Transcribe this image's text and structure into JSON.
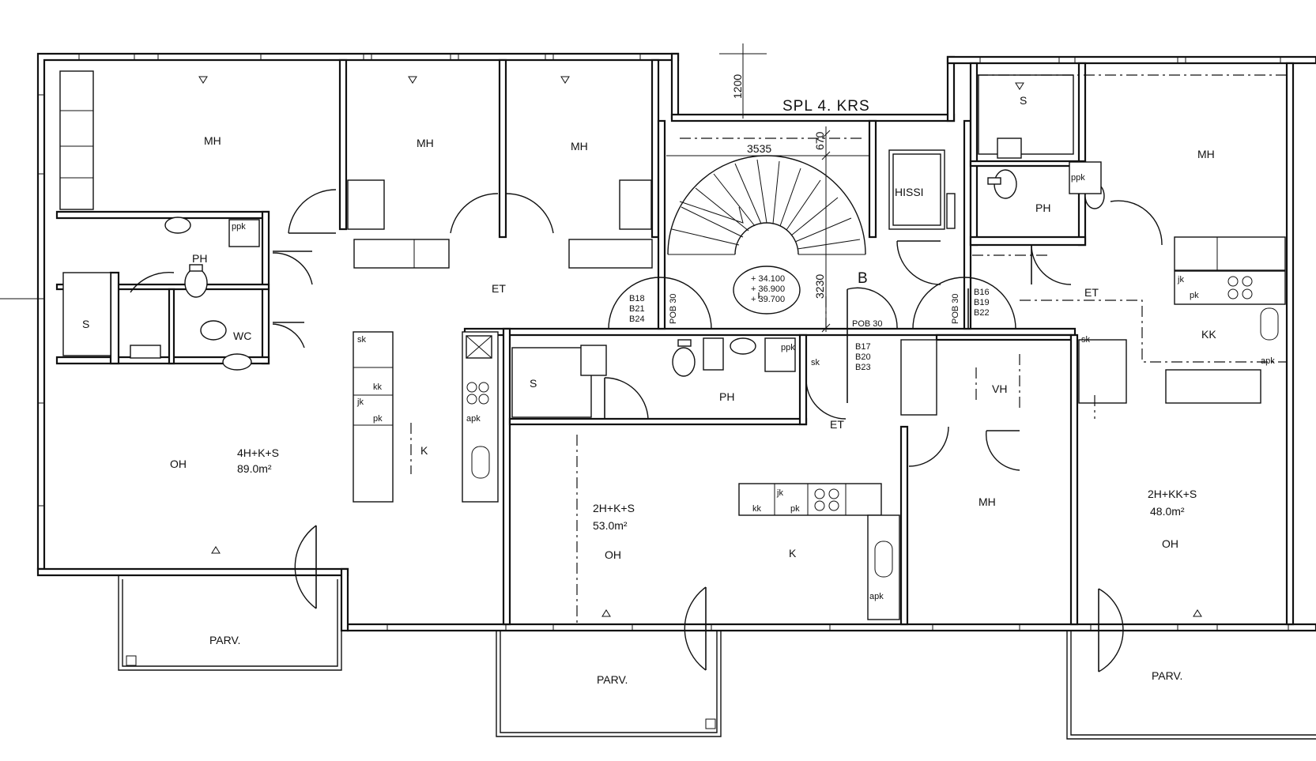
{
  "floor": {
    "title": "SPL  4. KRS",
    "stair_label": "B",
    "lift_label": "HISSI"
  },
  "dimensions": {
    "top_gap": "1200",
    "stair_width": "3535",
    "stair_offset": "670",
    "stair_depth": "3230"
  },
  "levels": {
    "l1": "+ 34.100",
    "l2": "+ 36.900",
    "l3": "+ 39.700"
  },
  "fire_doors": {
    "left": "POB 30",
    "left_apts": [
      "B18",
      "B21",
      "B24"
    ],
    "center": "POB 30",
    "center_apts": [
      "B17",
      "B20",
      "B23"
    ],
    "right": "POB 30",
    "right_apts": [
      "B16",
      "B19",
      "B22"
    ]
  },
  "apartments": {
    "a": {
      "type": "4H+K+S",
      "area": "89.0m²"
    },
    "b": {
      "type": "2H+K+S",
      "area": "53.0m²"
    },
    "c": {
      "type": "2H+KK+S",
      "area": "48.0m²"
    }
  },
  "rooms": {
    "mh": "MH",
    "ph": "PH",
    "wc": "WC",
    "s": "S",
    "et": "ET",
    "k": "K",
    "kk": "KK",
    "oh": "OH",
    "vh": "VH",
    "parv": "PARV."
  },
  "fixtures": {
    "sk": "sk",
    "kk_sym": "kk",
    "jk": "jk",
    "pk": "pk",
    "apk": "apk",
    "ppk": "ppk"
  }
}
